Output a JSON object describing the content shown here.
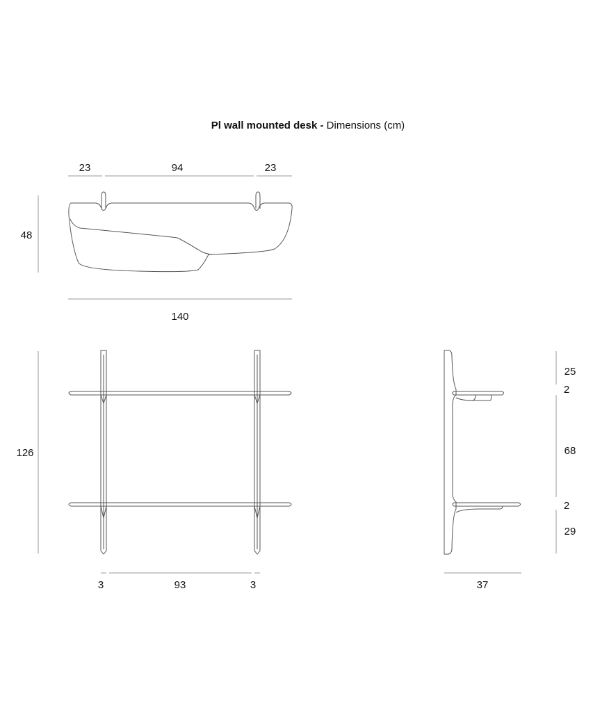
{
  "title": {
    "bold": "Pl wall mounted desk -",
    "rest": " Dimensions (cm)"
  },
  "top_view": {
    "left_width": "23",
    "middle_width": "94",
    "right_width": "23",
    "height": "48",
    "total_width": "140"
  },
  "front_view": {
    "height": "126",
    "left_post": "3",
    "between_posts": "93",
    "right_post": "3"
  },
  "side_view": {
    "top_gap": "25",
    "upper_shelf": "2",
    "middle_gap": "68",
    "lower_shelf": "2",
    "bottom_gap": "29",
    "depth": "37"
  }
}
